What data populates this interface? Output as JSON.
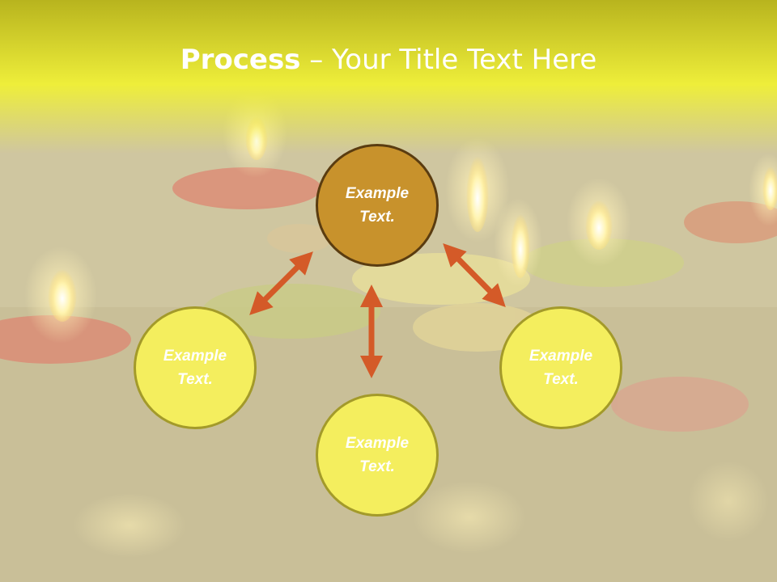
{
  "slide": {
    "title_bold": "Process",
    "title_rest": " – Your Title Text Here"
  },
  "diagram": {
    "nodes": [
      {
        "id": "top",
        "line1": "Example",
        "line2": "Text."
      },
      {
        "id": "left",
        "line1": "Example",
        "line2": "Text."
      },
      {
        "id": "right",
        "line1": "Example",
        "line2": "Text."
      },
      {
        "id": "bottom",
        "line1": "Example",
        "line2": "Text."
      }
    ]
  },
  "colors": {
    "header_yellow": "#e8ec2a",
    "top_circle": "#c8922c",
    "circle_yellow": "#f4ee5e",
    "arrow": "#d45a28",
    "title_text": "#ffffff"
  },
  "icons": {
    "background": "candles-photo-background",
    "arrows": "double-headed-arrow-icon"
  }
}
